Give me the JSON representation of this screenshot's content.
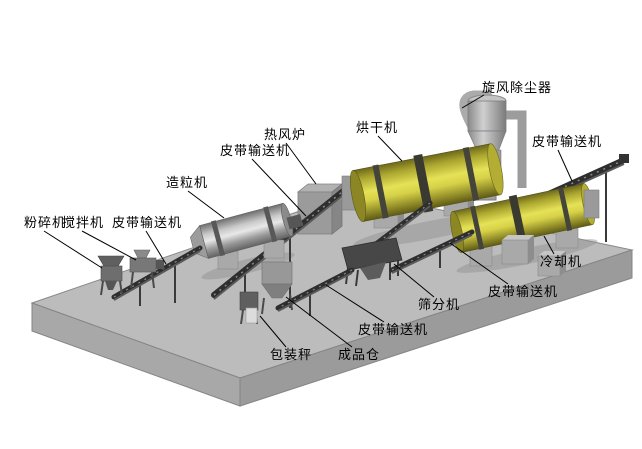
{
  "diagram": {
    "type": "process-flow-illustration",
    "subject": "fertilizer granulation production line (3D isometric illustration)"
  },
  "colors": {
    "background": "#ffffff",
    "platform_gray": "#bcbcbc",
    "drum_yellow": "#c9c43a",
    "machine_gray": "#9a9a9a",
    "conveyor_dark": "#2e2e2e",
    "label_text": "#000000"
  },
  "labels": [
    {
      "target": "crusher",
      "text": "粉碎机"
    },
    {
      "target": "mixer",
      "text": "搅拌机"
    },
    {
      "target": "belt-conveyor-1",
      "text": "皮带输送机"
    },
    {
      "target": "granulator",
      "text": "造粒机"
    },
    {
      "target": "belt-conveyor-2",
      "text": "皮带输送机"
    },
    {
      "target": "hot-air-furnace",
      "text": "热风炉"
    },
    {
      "target": "dryer",
      "text": "烘干机"
    },
    {
      "target": "cyclone-dust-collector",
      "text": "旋风除尘器"
    },
    {
      "target": "belt-conveyor-3",
      "text": "皮带输送机"
    },
    {
      "target": "cooler",
      "text": "冷却机"
    },
    {
      "target": "belt-conveyor-4",
      "text": "皮带输送机"
    },
    {
      "target": "screening-machine",
      "text": "筛分机"
    },
    {
      "target": "belt-conveyor-5",
      "text": "皮带输送机"
    },
    {
      "target": "product-bin",
      "text": "成品仓"
    },
    {
      "target": "packing-scale",
      "text": "包装秤"
    }
  ]
}
